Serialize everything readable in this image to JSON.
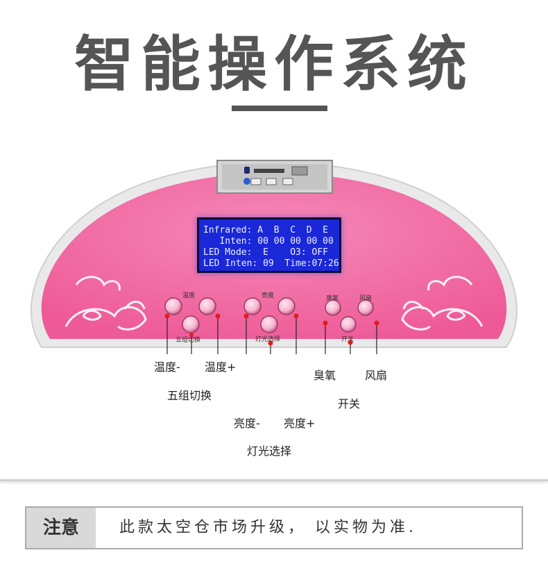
{
  "header": {
    "title": "智能操作系统"
  },
  "lcd": {
    "line1": "Infrared: A  B  C  D  E",
    "line2": "   Inten: 00 00 00 00 00",
    "line3": "LED Mode:  E    O3: OFF",
    "line4": "LED Inten: 09  Time:07:26"
  },
  "panel_labels": {
    "temperature": "温度",
    "group_switch": "五组切换",
    "brightness": "亮度",
    "light_select": "灯光选择",
    "ozone": "臭氧",
    "fan": "风扇",
    "power": "开关"
  },
  "callouts": {
    "temp_minus": "温度-",
    "temp_plus": "温度+",
    "group_switch": "五组切换",
    "bright_minus": "亮度-",
    "bright_plus": "亮度+",
    "light_select": "灯光选择",
    "ozone": "臭氧",
    "fan": "风扇",
    "power": "开关"
  },
  "notice": {
    "label": "注意",
    "text": "此款太空仓市场升级， 以实物为准."
  },
  "colors": {
    "panel_pink": "#f0649f",
    "panel_frame": "#e8e8e8",
    "lcd_blue": "#1a28d8",
    "dot_red": "#e01e1e"
  }
}
